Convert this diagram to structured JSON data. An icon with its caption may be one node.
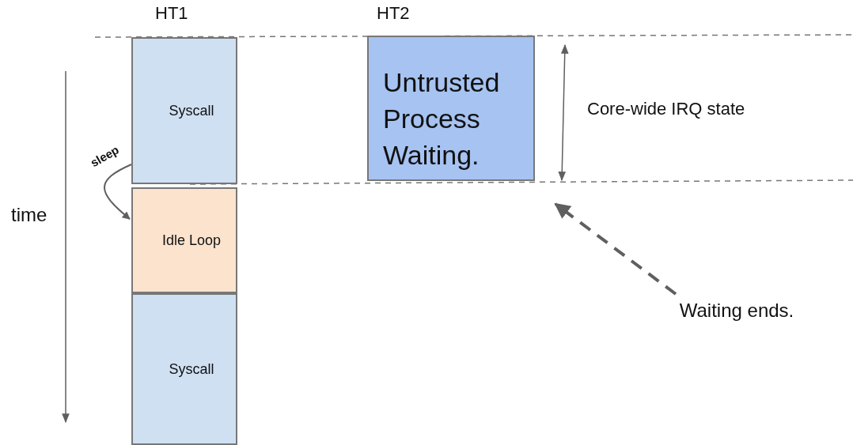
{
  "diagram": {
    "nodes": [
      {
        "text": [
          "Syscall"
        ],
        "beside": [
          "HT1"
        ]
      },
      {
        "text": [
          "Idle Loop"
        ]
      },
      {
        "text": [
          "Syscall"
        ]
      },
      {
        "text": [
          "Untrusted Process Waiting."
        ],
        "beside": [
          "HT2"
        ]
      },
      {
        "text": [
          "Waiting ends."
        ]
      }
    ],
    "edges": [
      {
        "from": 0,
        "to": 1,
        "arrow": "to",
        "label": "sleep"
      },
      {
        "from": 4,
        "to": null,
        "arrow": "to",
        "style": "dashed"
      }
    ],
    "labels": [
      "time",
      "Core-wide IRQ state"
    ]
  }
}
